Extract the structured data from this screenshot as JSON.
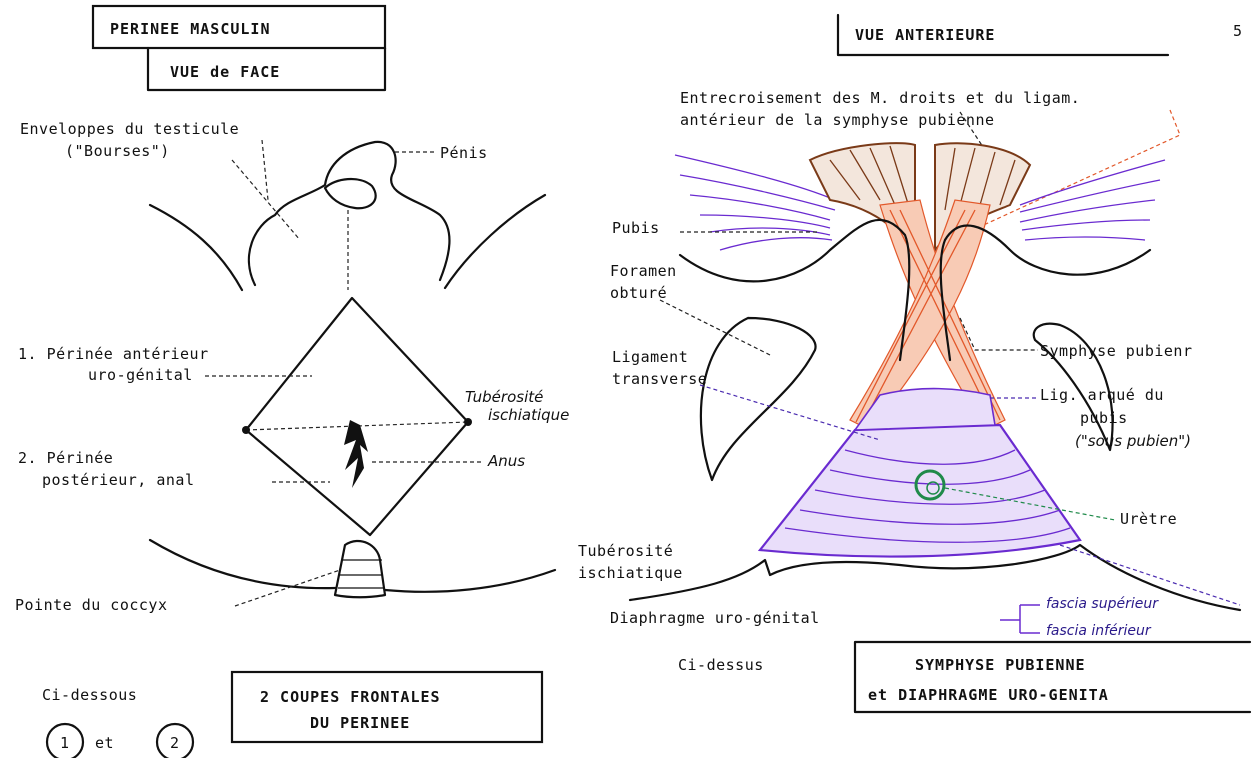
{
  "left": {
    "title": "PERINEE  MASCULIN",
    "subtitle": "VUE de FACE",
    "labels": {
      "enveloppes_line1": "Enveloppes du testicule",
      "enveloppes_line2": "(\"Bourses\")",
      "penis": "Pénis",
      "perinee_ant_line1": "1. Périnée antérieur",
      "perinee_ant_line2": "uro-génital",
      "tuberosite_line1": "Tubérosité",
      "tuberosite_line2": "ischiatique",
      "anus": "Anus",
      "perinee_post_line1": "2. Périnée",
      "perinee_post_line2": "postérieur, anal",
      "coccyx": "Pointe du coccyx"
    },
    "bottom": {
      "ci_dessous": "Ci-dessous",
      "box_line1": "2 COUPES FRONTALES",
      "box_line2": "DU PERINEE",
      "circle1": "1",
      "et": "et",
      "circle2": "2"
    }
  },
  "right": {
    "title": "VUE  ANTERIEURE",
    "page_number": "5",
    "labels": {
      "entrecroisement_line1": "Entrecroisement des M. droits et du ligam.",
      "entrecroisement_line2": "antérieur de la symphyse pubienne",
      "pubis": "Pubis",
      "foramen_line1": "Foramen",
      "foramen_line2": "obturé",
      "ligament_line1": "Ligament",
      "ligament_line2": "transverse",
      "symphyse": "Symphyse pubienr",
      "lig_arque_line1": "Lig. arqué du",
      "lig_arque_line2": "pubis",
      "lig_arque_line3": "(\"sous pubien\")",
      "uretre": "Urètre",
      "tuberosite_line1": "Tubérosité",
      "tuberosite_line2": "ischiatique",
      "diaphragme": "Diaphragme uro-génital",
      "fascia_sup": "fascia supérieur",
      "fascia_inf": "fascia inférieur"
    },
    "bottom": {
      "ci_dessus": "Ci-dessus",
      "box_line1": "SYMPHYSE PUBIENNE",
      "box_line2": "et DIAPHRAGME URO-GENITA"
    }
  },
  "colors": {
    "ink": "#111111",
    "purple": "#6a2bd0",
    "orange": "#e2582a",
    "brown": "#7a3a18",
    "green": "#1f8a4a"
  }
}
